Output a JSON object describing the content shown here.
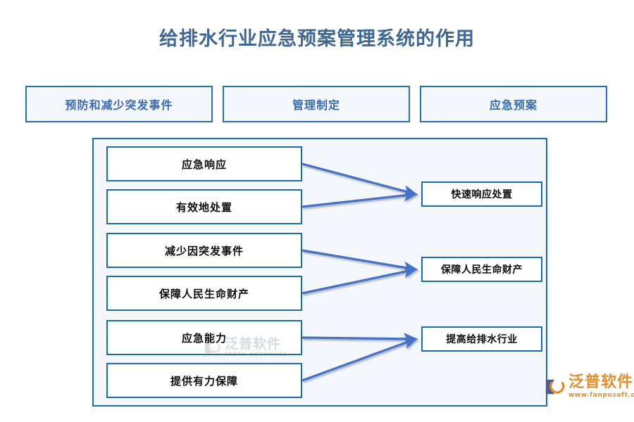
{
  "title": "给排水行业应急预案管理系统的作用",
  "colors": {
    "title_text": "#3f6694",
    "box_border": "#1b6cab",
    "header_box_fill": "#f4f8fc",
    "header_text": "#3a6bb0",
    "panel_fill": "#f4f8fc",
    "arrow": "#4472c4",
    "logo_orange": "#e78c2a",
    "box_text": "#0d0d0d"
  },
  "header_boxes": [
    {
      "label": "预防和减少突发事件"
    },
    {
      "label": "管理制定"
    },
    {
      "label": "应急预案"
    }
  ],
  "left_boxes": [
    {
      "label": "应急响应"
    },
    {
      "label": "有效地处置"
    },
    {
      "label": "减少因突发事件"
    },
    {
      "label": "保障人民生命财产"
    },
    {
      "label": "应急能力"
    },
    {
      "label": "提供有力保障"
    }
  ],
  "right_boxes": [
    {
      "label": "快速响应处置"
    },
    {
      "label": "保障人民生命财产"
    },
    {
      "label": "提高给排水行业"
    }
  ],
  "connections": [
    {
      "from": 0,
      "to": 0
    },
    {
      "from": 1,
      "to": 0
    },
    {
      "from": 2,
      "to": 1
    },
    {
      "from": 3,
      "to": 1
    },
    {
      "from": 4,
      "to": 2
    },
    {
      "from": 5,
      "to": 2
    }
  ],
  "watermark": {
    "name": "泛普软件",
    "url": "FANPU SOFTWARE"
  },
  "logo": {
    "name": "泛普软件",
    "url": "www.fanpusoft.com"
  }
}
